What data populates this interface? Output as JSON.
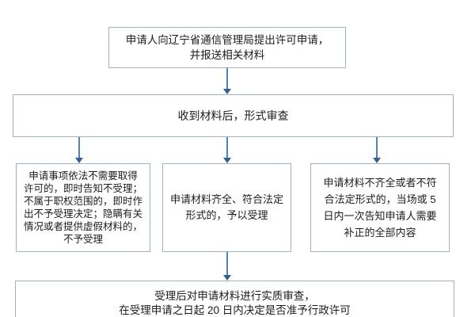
{
  "flow": {
    "top_box": {
      "lines": [
        "申请人向辽宁省通信管理局提出许可申请，",
        "并报送相关材料"
      ]
    },
    "review_box": {
      "label": "收到材料后，形式审查"
    },
    "reject_box": {
      "lines": [
        "申请事项依法不需要取得",
        "许可的，即时告知不受理；",
        "不属于职权范围的，即时作",
        "出不予受理决定；隐瞒有关",
        "情况或者提供虚假材料的，",
        "不予受理"
      ]
    },
    "accept_box": {
      "lines": [
        "申请材料齐全、符合法定",
        "形式的，予以受理"
      ]
    },
    "supplement_box": {
      "lines": [
        "申请材料不齐全或者不符",
        "合法定形式的，当场或 5",
        "日内一次告知申请人需要",
        "补正的全部内容"
      ]
    },
    "decision_box": {
      "lines": [
        "受理后对申请材料进行实质审查，",
        "在受理申请之日起 20 日内决定是否准予行政许可"
      ]
    }
  },
  "colors": {
    "box_border": "#9fb3c5",
    "arrow_line": "#4f81bd",
    "arrow_head": "#365f91",
    "text": "#1c1c1c",
    "background": "#ffffff"
  }
}
